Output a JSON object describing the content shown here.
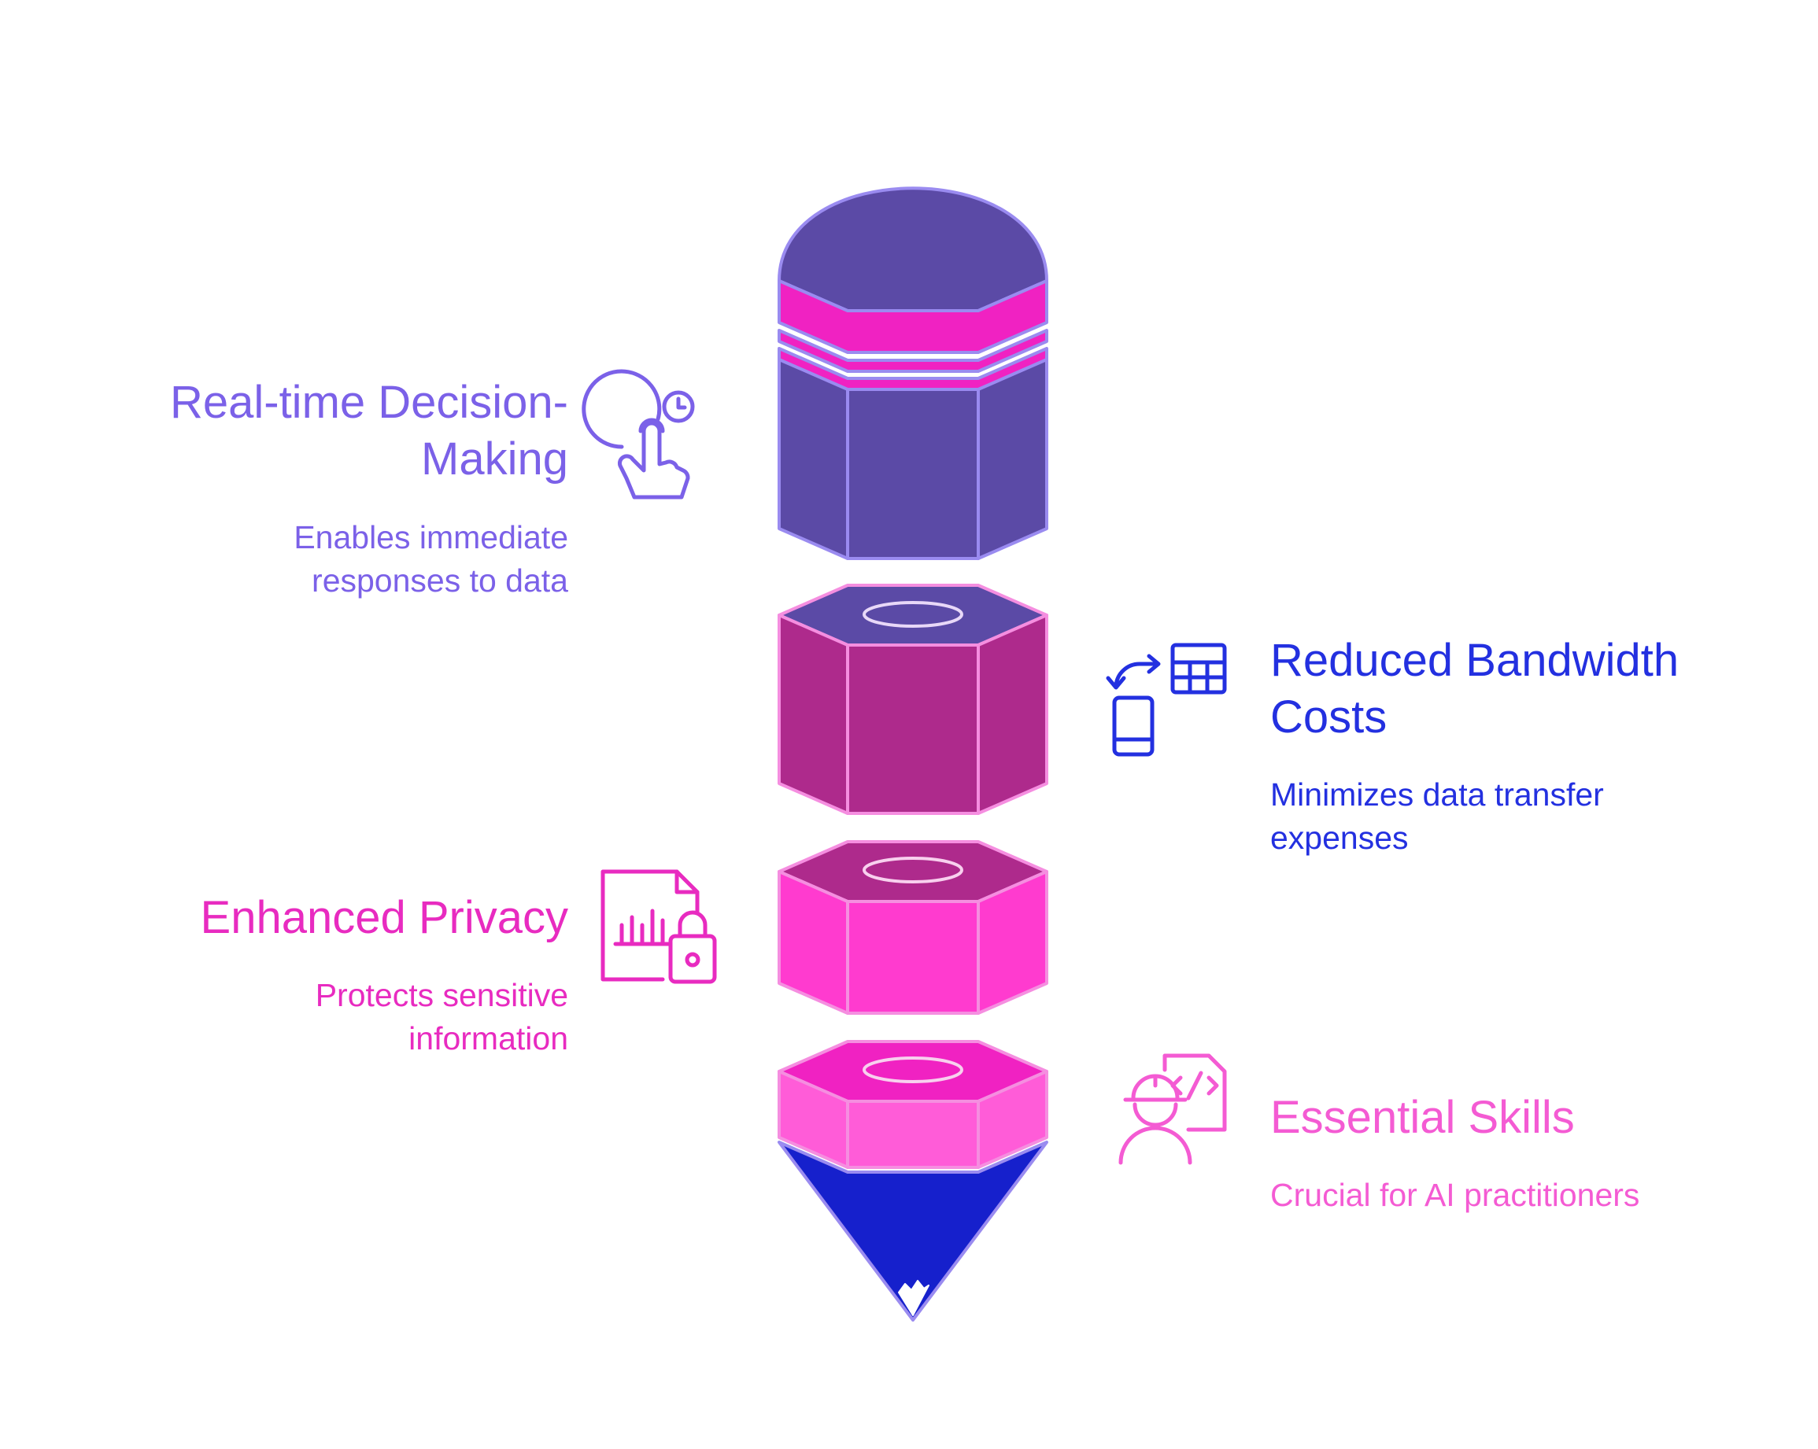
{
  "items": [
    {
      "title": "Real-time Decision-Making",
      "title_line1": "Real-time Decision-",
      "title_line2": "Making",
      "description_line1": "Enables immediate",
      "description_line2": "responses to data",
      "icon": "touch-clock-icon",
      "color": "#7B61E8"
    },
    {
      "title_line1": "Reduced Bandwidth",
      "title_line2": "Costs",
      "description_line1": "Minimizes data transfer",
      "description_line2": "expenses",
      "icon": "device-sync-table-icon",
      "color": "#2330E0"
    },
    {
      "title_line1": "Enhanced Privacy",
      "description_line1": "Protects sensitive",
      "description_line2": "information",
      "icon": "document-chart-lock-icon",
      "color": "#E82BC0"
    },
    {
      "title_line1": "Essential Skills",
      "description_line1": "Crucial for AI practitioners",
      "icon": "engineer-code-icon",
      "color": "#F45BD3"
    }
  ],
  "pencil_colors": {
    "cap": "#5B4AA6",
    "cap_outline": "#9A8BF0",
    "band": "#F022C2",
    "segment2": "#AE2A8C",
    "segment2_top": "#5B4AA6",
    "segment3": "#FF3BCF",
    "segment3_top": "#AE2A8C",
    "segment4": "#FF5CD8",
    "segment4_top": "#F022C2",
    "tip": "#1620CC",
    "segment_outline": "#F58EE0"
  }
}
